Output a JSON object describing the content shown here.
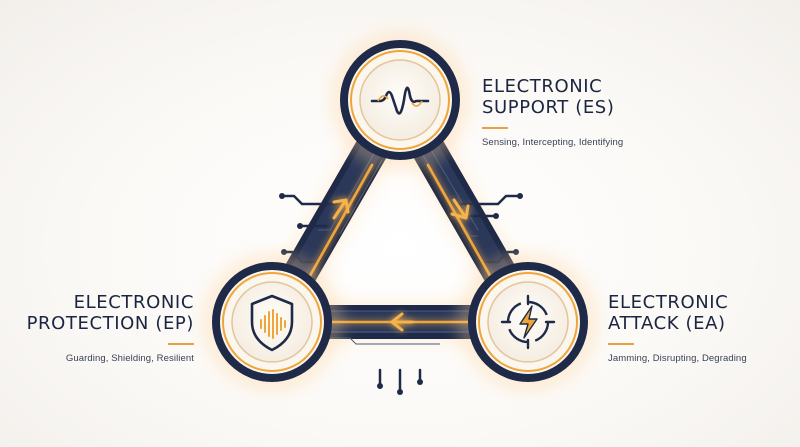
{
  "nodes": [
    {
      "id": "es",
      "title_line1": "ELECTRONIC",
      "title_line2": "SUPPORT (ES)",
      "subtitle": "Sensing, Intercepting, Identifying",
      "icon": "waveform-icon"
    },
    {
      "id": "ep",
      "title_line1": "ELECTRONIC",
      "title_line2": "PROTECTION (EP)",
      "subtitle": "Guarding, Shielding, Resilient",
      "icon": "shield-waveform-icon"
    },
    {
      "id": "ea",
      "title_line1": "ELECTRONIC",
      "title_line2": "ATTACK (EA)",
      "subtitle": "Jamming, Disrupting, Degrading",
      "icon": "crosshair-lightning-icon"
    }
  ],
  "colors": {
    "navy": "#1e2a47",
    "gold": "#f0a53a",
    "glow": "#ffc878",
    "node_fill": "#fbf6ee"
  }
}
